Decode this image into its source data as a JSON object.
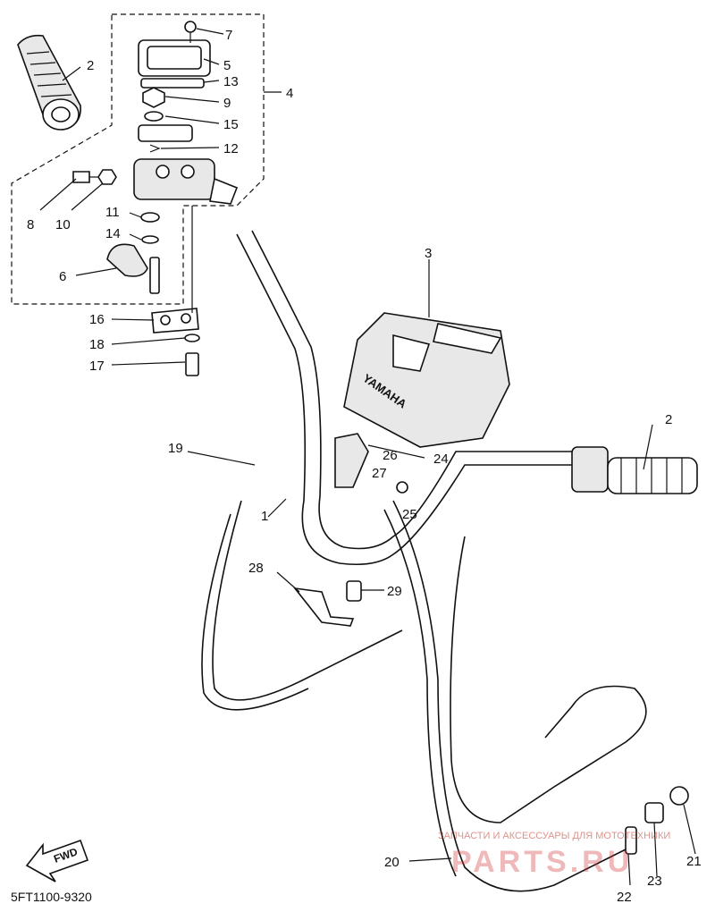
{
  "diagram": {
    "labels": [
      "2",
      "7",
      "5",
      "13",
      "9",
      "4",
      "15",
      "12",
      "8",
      "10",
      "11",
      "14",
      "6",
      "16",
      "18",
      "17",
      "3",
      "19",
      "1",
      "26",
      "27",
      "24",
      "25",
      "2",
      "28",
      "29",
      "20",
      "22",
      "23",
      "21"
    ],
    "code": "5FT1100-9320",
    "fwd": "FWD",
    "brand": "YAMAHA",
    "watermark_text": "ЗАПЧАСТИ И АКСЕССУАРЫ ДЛЯ МОТОТЕХНИКИ",
    "watermark_logo": "PARTS.RU"
  }
}
